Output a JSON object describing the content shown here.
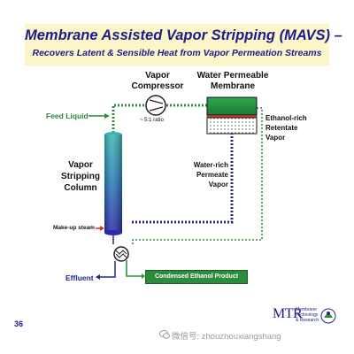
{
  "header": {
    "title": "Membrane Assisted Vapor Stripping (MAVS) –",
    "subtitle": "Recovers Latent & Sensible Heat from Vapor Permeation Streams"
  },
  "diagram": {
    "compressor_label_1": "Vapor",
    "compressor_label_2": "Compressor",
    "ratio_label": "~ 5:1 ratio",
    "membrane_label_1": "Water Permeable",
    "membrane_label_2": "Membrane",
    "feed_label": "Feed Liquid",
    "column_label_1": "Vapor",
    "column_label_2": "Stripping",
    "column_label_3": "Column",
    "retentate_label_1": "Ethanol-rich",
    "retentate_label_2": "Retentate",
    "retentate_label_3": "Vapor",
    "permeate_label_1": "Water-rich",
    "permeate_label_2": "Permeate",
    "permeate_label_3": "Vapor",
    "makeup_label": "Make-up steam",
    "effluent_label": "Effluent",
    "product_label": "Condensed Ethanol Product"
  },
  "footer": {
    "page_number": "36",
    "logo_text": "MTR",
    "logo_sub": "Membrane\nTechnology\n& Research",
    "watermark": "微信号: zhouzhouxiangshang"
  },
  "colors": {
    "title": "#1c1c8c",
    "title_bg": "#fdf6c8",
    "vapor_line": "#2c8c3c",
    "liquid_line": "#1e2a8c",
    "makeup_arrow": "#c0392b"
  }
}
